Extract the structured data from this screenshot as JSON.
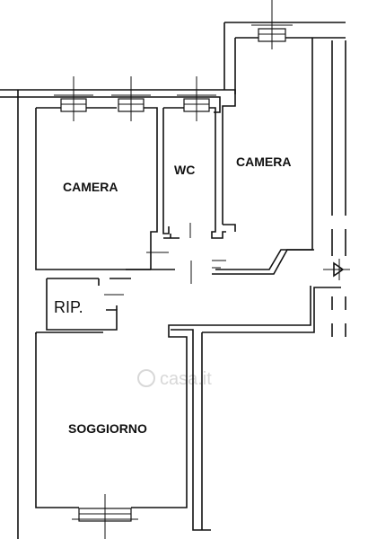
{
  "rooms": {
    "camera_left": "CAMERA",
    "wc": "WC",
    "camera_right": "CAMERA",
    "ripostiglio": "RIP.",
    "soggiorno": "SOGGIORNO"
  },
  "watermark": "casa.it"
}
